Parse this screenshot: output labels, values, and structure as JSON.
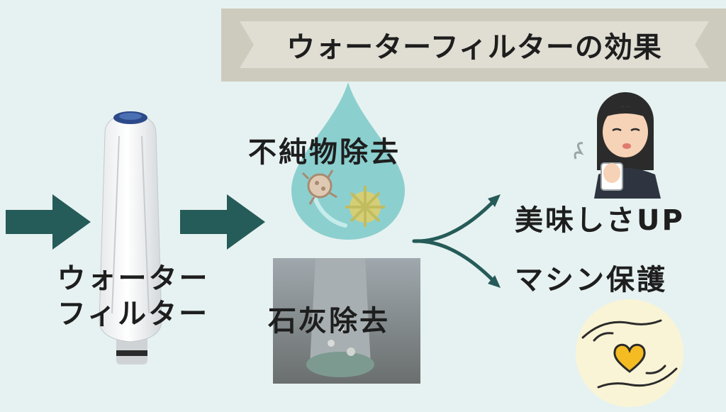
{
  "title": "ウォーターフィルターの効果",
  "filter_label": [
    "ウォーター",
    "フィルター"
  ],
  "effects": {
    "impurity": "不純物除去",
    "limescale": "石灰除去"
  },
  "results": {
    "taste": "美味しさUP",
    "machine": "マシン保護"
  },
  "colors": {
    "background": "#e6f2f1",
    "arrow": "#255b58",
    "banner": "#cdcbbe",
    "drop": "#8ccfcf",
    "heart": "#f5bb22"
  }
}
